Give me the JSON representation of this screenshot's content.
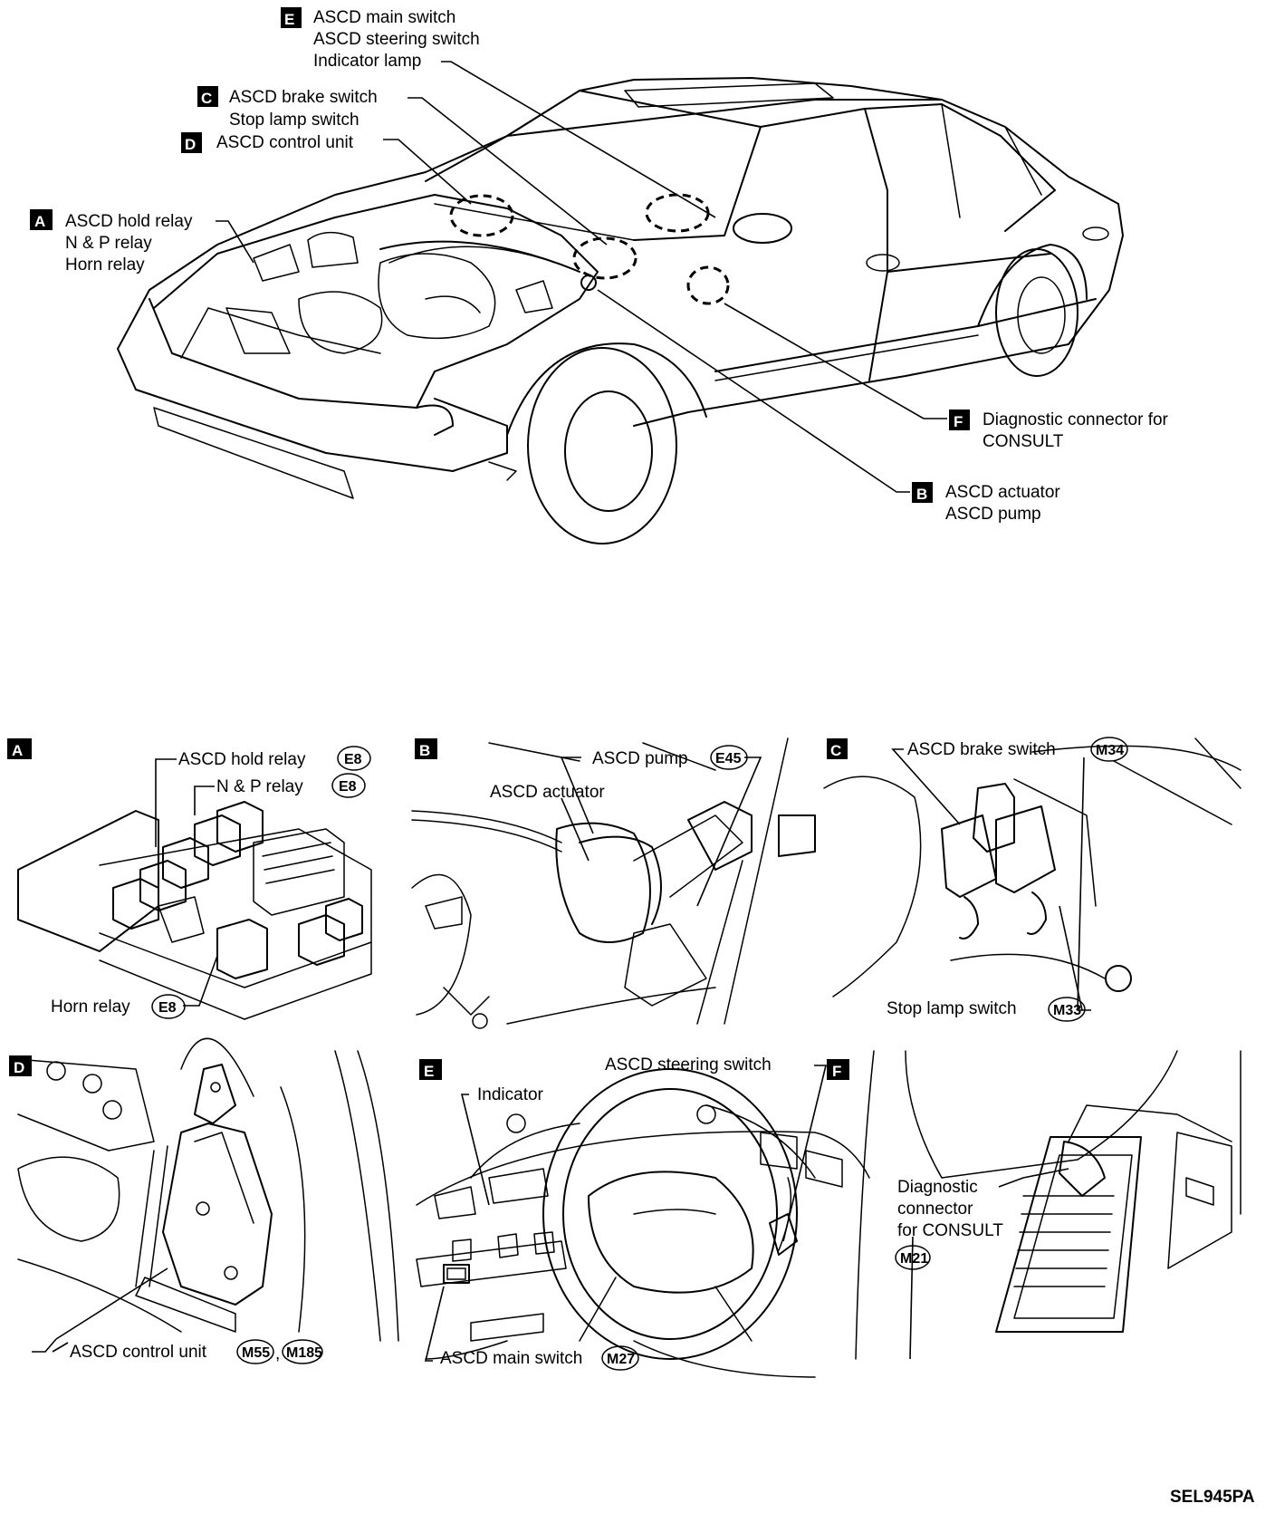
{
  "overview": {
    "callouts": [
      {
        "letter": "A",
        "lines": [
          "ASCD hold relay",
          "N & P relay",
          "Horn relay"
        ]
      },
      {
        "letter": "B",
        "lines": [
          "ASCD actuator",
          "ASCD pump"
        ]
      },
      {
        "letter": "C",
        "lines": [
          "ASCD brake switch",
          "Stop lamp switch"
        ]
      },
      {
        "letter": "D",
        "lines": [
          "ASCD control unit"
        ]
      },
      {
        "letter": "E",
        "lines": [
          "ASCD main switch",
          "ASCD steering switch",
          "Indicator lamp"
        ]
      },
      {
        "letter": "F",
        "lines": [
          "Diagnostic connector for",
          "CONSULT"
        ]
      }
    ]
  },
  "panels": {
    "a": {
      "letter": "A",
      "hold_relay": "ASCD hold relay",
      "hold_relay_code": "E8",
      "np_relay": "N & P relay",
      "np_relay_code": "E8",
      "horn_relay": "Horn relay",
      "horn_relay_code": "E8"
    },
    "b": {
      "letter": "B",
      "pump": "ASCD pump",
      "pump_code": "E45",
      "actuator": "ASCD actuator"
    },
    "c": {
      "letter": "C",
      "brake_switch": "ASCD brake switch",
      "brake_switch_code": "M34",
      "stop_lamp_switch": "Stop lamp switch",
      "stop_lamp_switch_code": "M33"
    },
    "d": {
      "letter": "D",
      "control_unit": "ASCD control unit",
      "code_1": "M55",
      "separator": ",",
      "code_2": "M185"
    },
    "e": {
      "letter": "E",
      "steering_switch": "ASCD steering switch",
      "indicator": "Indicator",
      "main_switch": "ASCD main switch",
      "main_switch_code": "M27"
    },
    "f": {
      "letter": "F",
      "diag_lines": [
        "Diagnostic",
        "connector",
        "for CONSULT"
      ],
      "diag_code": "M21"
    }
  },
  "figure_code": "SEL945PA"
}
